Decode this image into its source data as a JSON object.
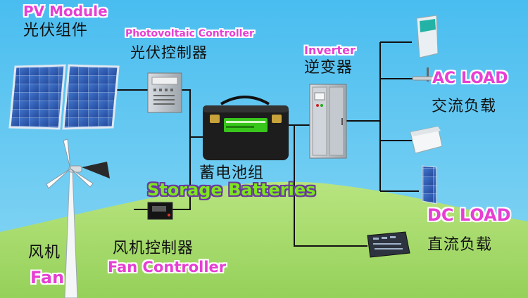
{
  "labels": {
    "pv_module_en": "PV Module",
    "pv_module_cn": "光伏组件",
    "pv_controller_en": "Photovoltaic Controller",
    "pv_controller_cn": "光伏控制器",
    "inverter_en": "Inverter",
    "inverter_cn": "逆变器",
    "ac_load_en": "AC LOAD",
    "ac_load_cn": "交流负载",
    "battery_cn": "蓄电池组",
    "battery_en": "Storage Batteries",
    "dc_load_en": "DC LOAD",
    "dc_load_cn": "直流负载",
    "fan_cn": "风机",
    "fan_en": "Fan",
    "fan_controller_cn": "风机控制器",
    "fan_controller_en": "Fan Controller"
  },
  "colors": {
    "sky": "#5fc6ee",
    "ground": "#a9dc6e",
    "pink_text": "#e63fd3",
    "green_text": "#7ee51f",
    "line": "#111111"
  }
}
